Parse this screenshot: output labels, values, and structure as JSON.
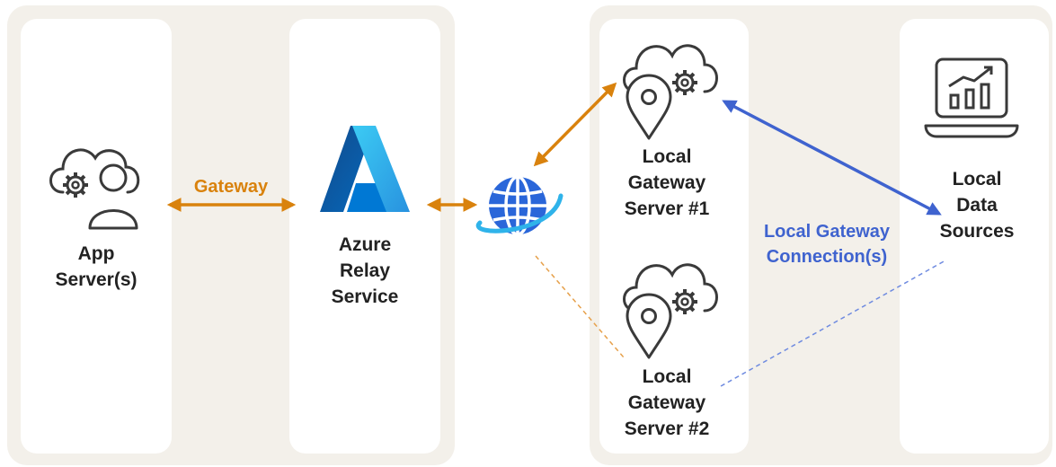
{
  "colors": {
    "gateway_orange": "#d9820d",
    "connection_blue": "#3f63cf",
    "outline": "#3a3a3a",
    "group_background": "#f3f0ea",
    "panel_background": "#ffffff"
  },
  "nodes": {
    "app_server": {
      "label": "App\nServer(s)",
      "icon": "cloud-gear-user-icon"
    },
    "azure_relay": {
      "label": "Azure\nRelay\nService",
      "icon": "azure-logo-icon"
    },
    "internet": {
      "icon": "globe-icon"
    },
    "gateway_server_1": {
      "label": "Local\nGateway\nServer #1",
      "icon": "cloud-location-gear-icon"
    },
    "gateway_server_2": {
      "label": "Local\nGateway\nServer #2",
      "icon": "cloud-location-gear-icon"
    },
    "data_sources": {
      "label": "Local\nData\nSources",
      "icon": "laptop-chart-icon"
    }
  },
  "edges": {
    "gateway": {
      "label": "Gateway"
    },
    "local_connection": {
      "label": "Local Gateway\nConnection(s)"
    }
  }
}
